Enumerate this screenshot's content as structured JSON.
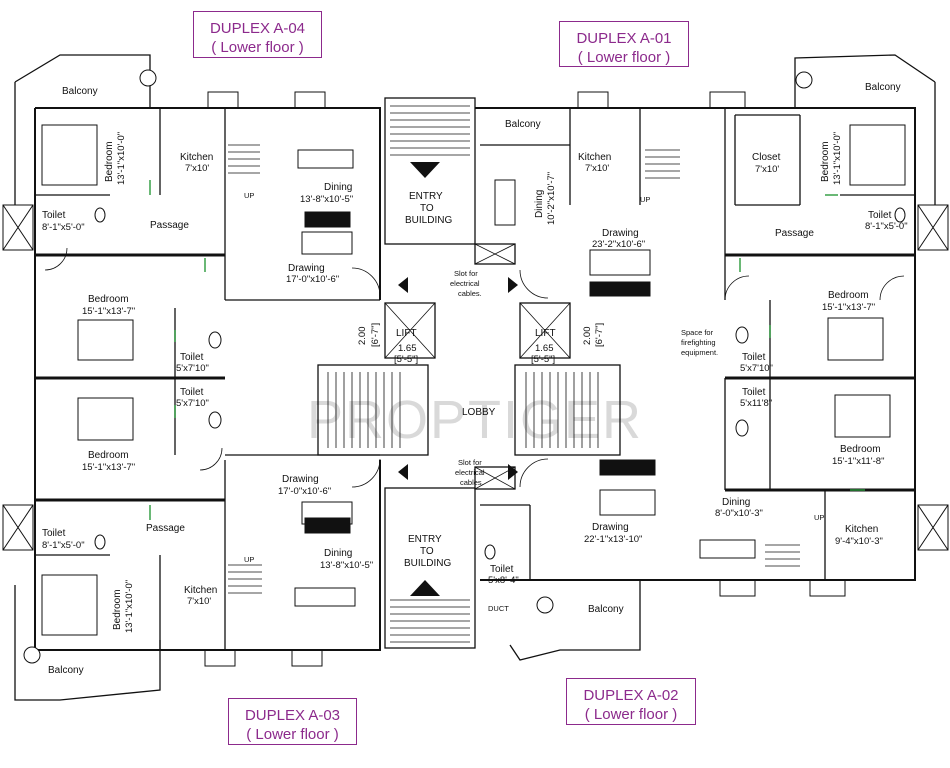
{
  "units": {
    "a04": {
      "name": "DUPLEX A-04",
      "floor": "( Lower floor )"
    },
    "a01": {
      "name": "DUPLEX  A-01",
      "floor": "( Lower floor )"
    },
    "a03": {
      "name": "DUPLEX A-03",
      "floor": "( Lower floor )"
    },
    "a02": {
      "name": "DUPLEX A-02",
      "floor": "( Lower floor )"
    }
  },
  "watermark": "PROPTIGER",
  "colors": {
    "title_border": "#8c2a8c",
    "title_text": "#8c2a8c",
    "wall": "#111111",
    "green_door": "#2a9a3a",
    "watermark": "#d9d9d9"
  },
  "rooms": {
    "balcony": "Balcony",
    "bedroom": "Bedroom",
    "kitchen": "Kitchen",
    "passage": "Passage",
    "toilet": "Toilet",
    "dining": "Dining",
    "drawing": "Drawing",
    "closet": "Closet",
    "lift": "LIFT",
    "lobby": "LOBBY",
    "duct": "DUCT",
    "up": "UP",
    "entry1": "ENTRY",
    "entry2": "TO",
    "entry3": "BUILDING"
  },
  "dims": {
    "bed_13_1_10_0": "13'-1\"x10'-0\"",
    "kitchen_7_10": "7'x10'",
    "toilet_8_1_5_0": "8'-1\"x5'-0\"",
    "dining_13_8_10_5": "13'-8\"x10'-5\"",
    "drawing_17_0_10_6": "17'-0\"x10'-6\"",
    "bed_15_1_13_7": "15'-1\"x13'-7\"",
    "toilet_5_7_10": "5'x7'10\"",
    "dining_10_2_10_7": "10'-2\"x10'-7\"",
    "drawing_23_2_10_6": "23'-2\"x10'-6\"",
    "closet_7_10": "7'x10'",
    "toilet_5_11_8": "5'x11'8\"",
    "bed_15_1_11_8": "15'-1\"x11'-8\"",
    "dining_8_0_10_3": "8'-0\"x10'-3\"",
    "kitchen_9_4_10_3": "9'-4\"x10'-3\"",
    "drawing_22_1_13_10": "22'-1\"x13'-10\"",
    "toilet_5_8_4": "5'x8'-4\"",
    "lift_dim1": "1.65",
    "lift_dim2": "[5'-5\"]",
    "shaft_dim1": "2.00",
    "shaft_dim2": "[6'-7\"]"
  },
  "notes": {
    "slot1": "Slot for",
    "slot2": "electrical",
    "slot3": "cables.",
    "space1": "Space for",
    "space2": "firefighting",
    "space3": "equipment."
  }
}
